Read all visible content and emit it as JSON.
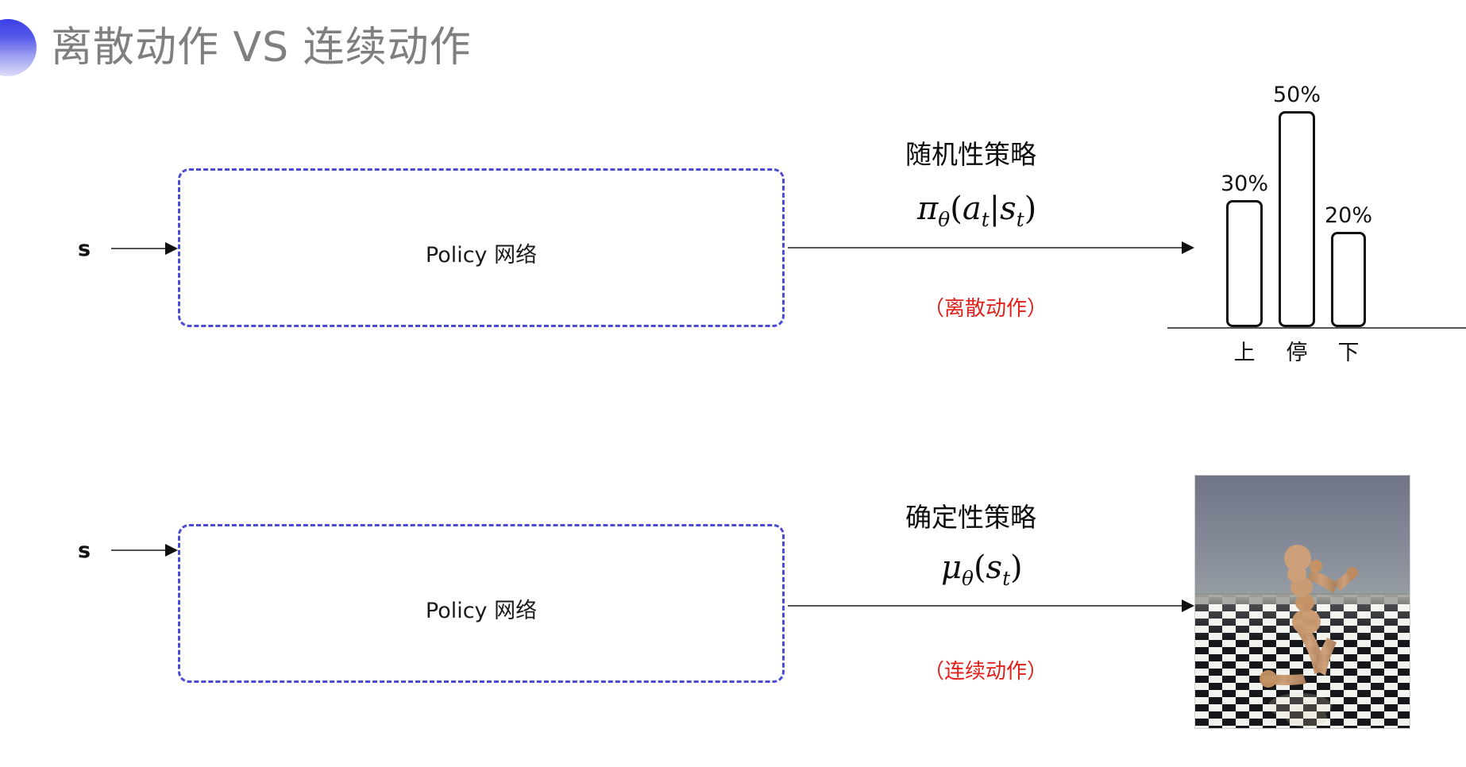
{
  "slide": {
    "title": "离散动作 VS 连续动作",
    "accent_blue": "#3b3fe6",
    "accent_red": "#e0201b",
    "title_color": "#7f7f7f",
    "box_border_color": "#4b4bd6"
  },
  "rows": [
    {
      "id": "discrete",
      "input_label": "s",
      "box_label": "Policy 网络",
      "policy_heading": "随机性策略",
      "formula_plain": "πθ(at|st)",
      "note": "（离散动作）",
      "output_kind": "bar-chart"
    },
    {
      "id": "continuous",
      "input_label": "s",
      "box_label": "Policy 网络",
      "policy_heading": "确定性策略",
      "formula_plain": "μθ(st)",
      "note": "（连续动作）",
      "output_kind": "humanoid-image"
    }
  ],
  "chart_data": {
    "type": "bar",
    "title": "",
    "xlabel": "",
    "ylabel": "",
    "categories": [
      "上",
      "停",
      "下"
    ],
    "values": [
      30,
      50,
      20
    ],
    "value_labels": [
      "30%",
      "50%",
      "20%"
    ],
    "ylim": [
      0,
      55
    ],
    "grid": false,
    "legend": null,
    "bar_style": "outlined-rounded",
    "axis_line": "baseline-only"
  },
  "humanoid": {
    "caption": "",
    "sky_color": "#7b8190",
    "floor_light": "#f2f4ef",
    "floor_dark": "#15171a",
    "body_color": "#c99b74"
  }
}
